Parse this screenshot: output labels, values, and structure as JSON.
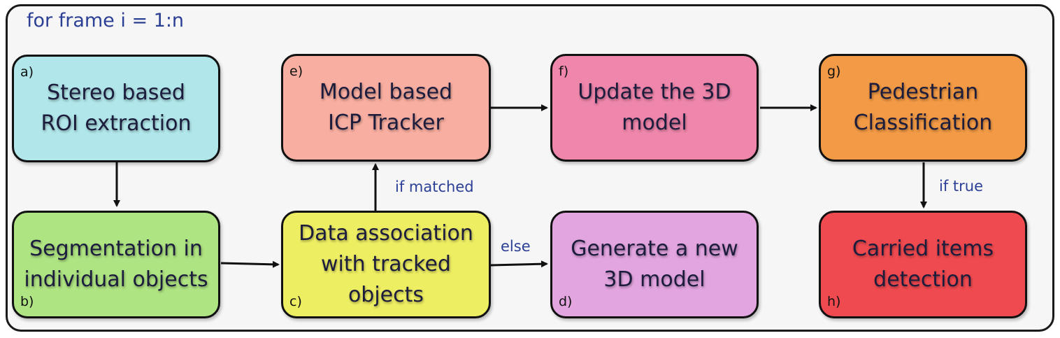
{
  "loop_label": "for frame i = 1:n",
  "nodes": {
    "a": {
      "tag": "a)",
      "lines": [
        "Stereo based",
        "ROI extraction"
      ],
      "color": "#b1e7ea"
    },
    "b": {
      "tag": "b)",
      "lines": [
        "Segmentation in",
        "individual objects"
      ],
      "color": "#afe482"
    },
    "c": {
      "tag": "c)",
      "lines": [
        "Data association",
        "with tracked",
        "objects"
      ],
      "color": "#eeee63"
    },
    "d": {
      "tag": "d)",
      "lines": [
        "Generate a new",
        "3D model"
      ],
      "color": "#e3a5e0"
    },
    "e": {
      "tag": "e)",
      "lines": [
        "Model based",
        "ICP Tracker"
      ],
      "color": "#f8aea0"
    },
    "f": {
      "tag": "f)",
      "lines": [
        "Update the 3D",
        "model"
      ],
      "color": "#ef86ab"
    },
    "g": {
      "tag": "g)",
      "lines": [
        "Pedestrian",
        "Classification"
      ],
      "color": "#f29a45"
    },
    "h": {
      "tag": "h)",
      "lines": [
        "Carried items",
        "detection"
      ],
      "color": "#ef4a4f"
    }
  },
  "edge_labels": {
    "if_matched": "if matched",
    "else": "else",
    "if_true": "if true"
  }
}
